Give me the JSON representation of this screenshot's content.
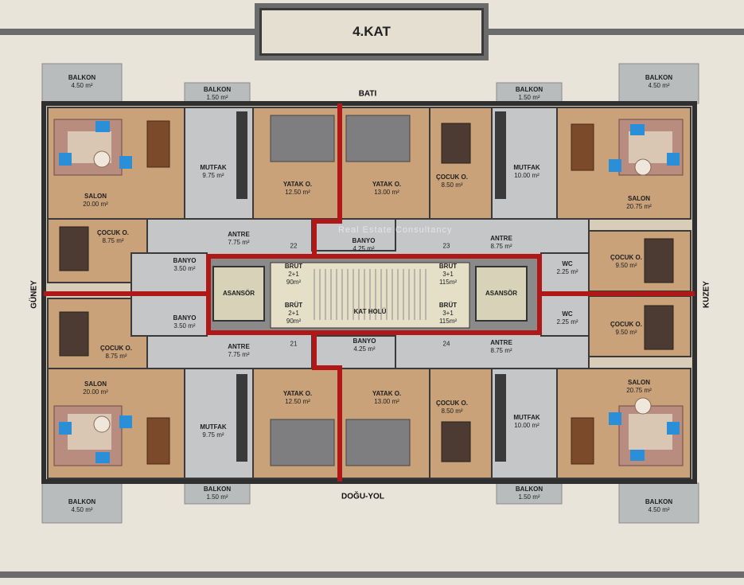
{
  "floor_title": "4.KAT",
  "directions": {
    "west": "BATI",
    "east": "DOĞU-YOL",
    "south": "GÜNEY",
    "north": "KUZEY"
  },
  "watermark": "Real Estate Consultancy",
  "balconies": {
    "top_left": {
      "name": "BALKON",
      "area": "4.50 m²"
    },
    "top_mid_left": {
      "name": "BALKON",
      "area": "1.50 m²"
    },
    "top_mid_right": {
      "name": "BALKON",
      "area": "1.50 m²"
    },
    "top_right": {
      "name": "BALKON",
      "area": "4.50 m²"
    },
    "bottom_left": {
      "name": "BALKON",
      "area": "4.50 m²"
    },
    "bottom_mid_left": {
      "name": "BALKON",
      "area": "1.50 m²"
    },
    "bottom_mid_right": {
      "name": "BALKON",
      "area": "1.50 m²"
    },
    "bottom_right": {
      "name": "BALKON",
      "area": "4.50 m²"
    }
  },
  "rooms": {
    "salon_tl": {
      "name": "SALON",
      "area": "20.00 m²"
    },
    "mutfak_tl": {
      "name": "MUTFAK",
      "area": "9.75 m²"
    },
    "yatak_tl": {
      "name": "YATAK O.",
      "area": "12.50 m²"
    },
    "yatak_tr": {
      "name": "YATAK O.",
      "area": "13.00 m²"
    },
    "cocuk_top": {
      "name": "ÇOCUK O.",
      "area": "8.50 m²"
    },
    "mutfak_tr": {
      "name": "MUTFAK",
      "area": "10.00 m²"
    },
    "salon_tr": {
      "name": "SALON",
      "area": "20.75 m²"
    },
    "cocuk_l1": {
      "name": "ÇOCUK O.",
      "area": "8.75 m²"
    },
    "antre_tl": {
      "name": "ANTRE",
      "area": "7.75 m²"
    },
    "banyo_top": {
      "name": "BANYO",
      "area": "4.25 m²"
    },
    "antre_tr": {
      "name": "ANTRE",
      "area": "8.75 m²"
    },
    "banyo_l1": {
      "name": "BANYO",
      "area": "3.50 m²"
    },
    "banyo_l2": {
      "name": "BANYO",
      "area": "3.50 m²"
    },
    "wc_1": {
      "name": "WC",
      "area": "2.25 m²"
    },
    "wc_2": {
      "name": "WC",
      "area": "2.25 m²"
    },
    "cocuk_r1": {
      "name": "ÇOCUK O.",
      "area": "9.50 m²"
    },
    "cocuk_r2": {
      "name": "ÇOCUK O.",
      "area": "9.50 m²"
    },
    "cocuk_l2": {
      "name": "ÇOCUK O.",
      "area": "8.75 m²"
    },
    "antre_bl": {
      "name": "ANTRE",
      "area": "7.75 m²"
    },
    "banyo_bot": {
      "name": "BANYO",
      "area": "4.25 m²"
    },
    "antre_br": {
      "name": "ANTRE",
      "area": "8.75 m²"
    },
    "salon_bl": {
      "name": "SALON",
      "area": "20.00 m²"
    },
    "mutfak_bl": {
      "name": "MUTFAK",
      "area": "9.75 m²"
    },
    "yatak_bl": {
      "name": "YATAK O.",
      "area": "12.50 m²"
    },
    "yatak_br": {
      "name": "YATAK O.",
      "area": "13.00 m²"
    },
    "cocuk_bot": {
      "name": "ÇOCUK O.",
      "area": "8.50 m²"
    },
    "mutfak_br": {
      "name": "MUTFAK",
      "area": "10.00 m²"
    },
    "salon_br": {
      "name": "SALON",
      "area": "20.75 m²"
    }
  },
  "core": {
    "asansor_left": "ASANSÖR",
    "asansor_right": "ASANSÖR",
    "kat_holu": "KAT HOLÜ",
    "brut_22": {
      "label": "BRÜT",
      "type": "2+1",
      "area": "90m²"
    },
    "brut_21": {
      "label": "BRÜT",
      "type": "2+1",
      "area": "90m²"
    },
    "brut_23": {
      "label": "BRÜT",
      "type": "3+1",
      "area": "115m²"
    },
    "brut_24": {
      "label": "BRÜT",
      "type": "3+1",
      "area": "115m²"
    }
  },
  "unit_numbers": {
    "u22": "22",
    "u21": "21",
    "u23": "23",
    "u24": "24"
  }
}
